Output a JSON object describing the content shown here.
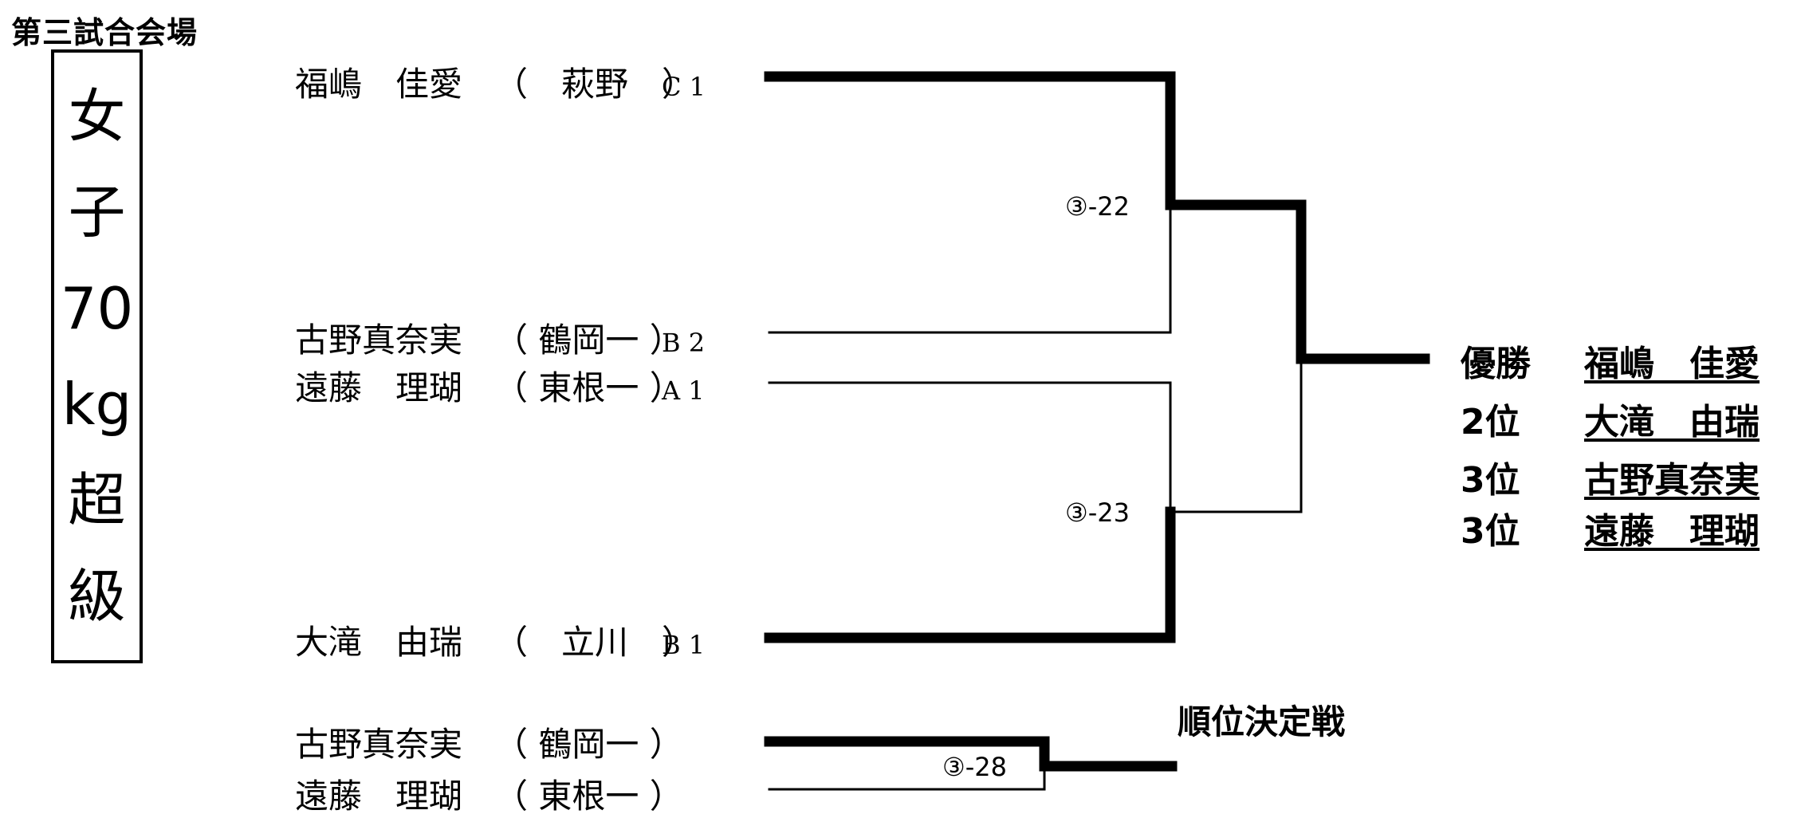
{
  "venue": "第三試合会場",
  "category": [
    "女",
    "子",
    "70",
    "kg",
    "超",
    "級"
  ],
  "players": [
    {
      "name": "福嶋　佳愛",
      "team": "（　萩野　）",
      "seed": "C 1"
    },
    {
      "name": "古野真奈実",
      "team": "（ 鶴岡一 ）",
      "seed": "B 2"
    },
    {
      "name": "遠藤　理瑚",
      "team": "（ 東根一 ）",
      "seed": "A 1"
    },
    {
      "name": "大滝　由瑞",
      "team": "（　立川　）",
      "seed": "B 1"
    }
  ],
  "matches": [
    {
      "label": "③-22"
    },
    {
      "label": "③-23"
    },
    {
      "label": "③-28"
    }
  ],
  "results": [
    {
      "rank": "優勝",
      "name": "福嶋　佳愛"
    },
    {
      "rank": "2位",
      "name": "大滝　由瑞"
    },
    {
      "rank": "3位",
      "name": "古野真奈実"
    },
    {
      "rank": "3位",
      "name": "遠藤　理瑚"
    }
  ],
  "placement": {
    "title": "順位決定戦",
    "players": [
      {
        "name": "古野真奈実",
        "team": "（ 鶴岡一 ）"
      },
      {
        "name": "遠藤　理瑚",
        "team": "（ 東根一 ）"
      }
    ]
  }
}
